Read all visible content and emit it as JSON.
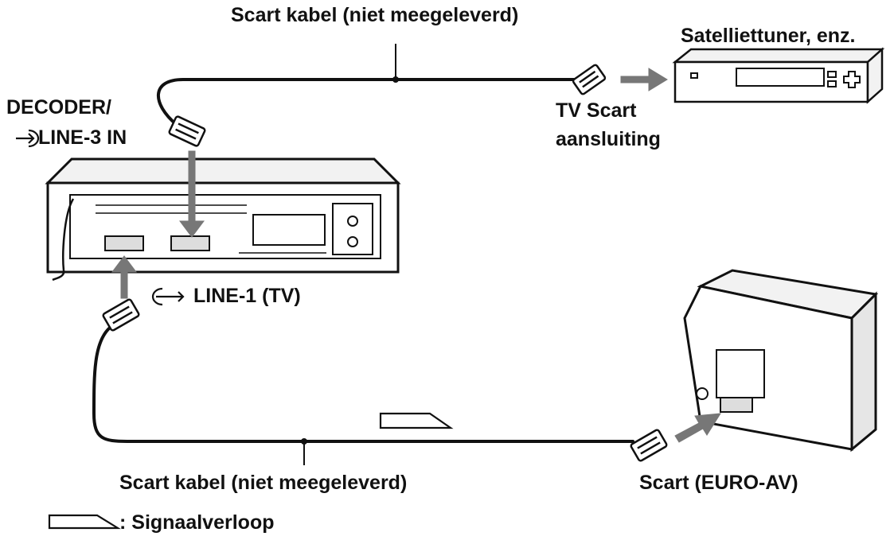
{
  "labels": {
    "top_cable": "Scart kabel (niet meegeleverd)",
    "satellite": "Satelliettuner, enz.",
    "tv_scart_line1": "TV Scart",
    "tv_scart_line2": "aansluiting",
    "decoder_line1": "DECODER/",
    "decoder_line2": "LINE-3 IN",
    "line1": "LINE-1 (TV)",
    "bottom_cable": "Scart kabel (niet meegeleverd)",
    "euro_av": "Scart (EURO-AV)",
    "legend": ": Signaalverloop"
  },
  "icons": {
    "input": "line-in-icon",
    "output": "line-out-icon",
    "signal": "signal-flow-arrow-icon"
  },
  "colors": {
    "ink": "#111111",
    "arrow": "#777777",
    "device": "#f2f2f2"
  }
}
